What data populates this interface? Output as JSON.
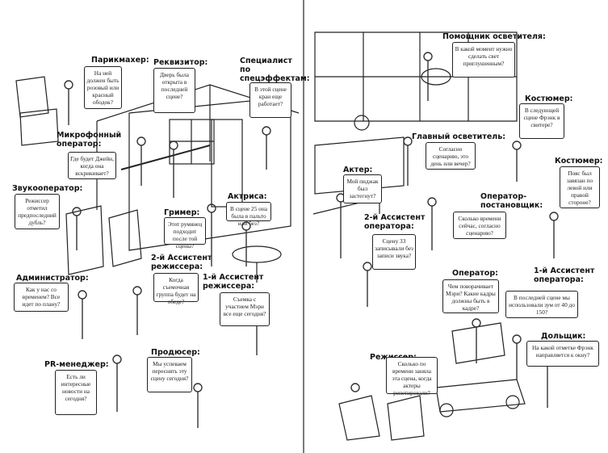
{
  "page": {
    "roles": {
      "hairdresser": "Парикмахер:",
      "props": "Реквизитор:",
      "sfx": "Специалист по спецэффектам:",
      "boom": "Микрофонный оператор:",
      "sound": "Звукооператор:",
      "admin": "Администратор:",
      "makeup": "Гример:",
      "actress": "Актриса:",
      "second_ad": "2-й Ассистент режиссера:",
      "first_ad": "1-й Ассистент режиссера:",
      "pr": "PR-менеджер:",
      "producer": "Продюсер:",
      "best_boy": "Помощник осветителя:",
      "costume1": "Костюмер:",
      "gaffer": "Главный осветитель:",
      "costume2": "Костюмер:",
      "actor": "Актер:",
      "dp": "Оператор-постановщик:",
      "second_ac": "2-й Ассистент оператора:",
      "camera_op": "Оператор:",
      "first_ac": "1-й Ассистент оператора:",
      "dolly": "Дольщик:",
      "director": "Режиссер:"
    },
    "bubbles": {
      "hairdresser": "На ней должен быть розовый или красный ободок?",
      "props": "Дверь была открыта в последней сцене?",
      "sfx": "В этой сцене кран еще работает?",
      "boom": "Где будет Джейн, когда она вскрикивает?",
      "sound": "Режиссер отметил предпоследний дубль?",
      "admin": "Как у нас со временем? Все идет по плану?",
      "makeup": "Этот румянец подходит после той сцены?",
      "actress": "В сцене 25 она была в пальто или без?",
      "second_ad": "Когда съемочная группа будет на обеде?",
      "first_ad": "Съемка с участием Мэри все еще сегодня?",
      "pr": "Есть ли интересные новости на сегодня?",
      "producer": "Мы успеваем переснять эту сцену сегодня?",
      "best_boy": "В какой момент нужно сделать свет приглушенным?",
      "costume1": "В следующей сцене Фрэнк в свитере?",
      "gaffer": "Согласно сценарию, это день или вечер?",
      "costume2": "Пояс был завязан по левой или правой стороне?",
      "actor": "Мой пиджак был застегнут?",
      "dp": "Сколько времени сейчас, согласно сценарию?",
      "second_ac": "Сцену 33 записывали без записи звука?",
      "camera_op": "Чем поворачивает Мэри? Какие кадры должны быть в кадре?",
      "first_ac": "В последней сцене мы использовали зум от 40 до 150?",
      "dolly": "На какой отметке Фрэнк направляется к окну?",
      "director": "Сколько по времени заняла эта сцена, когда актеры репетировали?"
    }
  }
}
